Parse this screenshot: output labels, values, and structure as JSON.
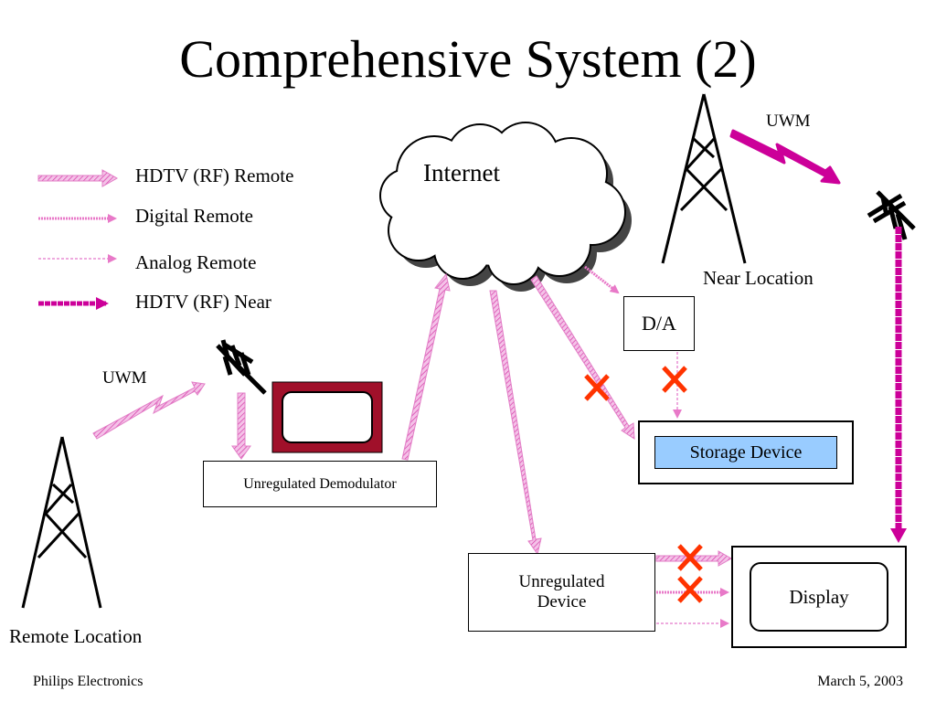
{
  "slide": {
    "title": "Comprehensive System (2)",
    "footer_left": "Philips Electronics",
    "footer_right": "March 5, 2003"
  },
  "legend": [
    {
      "label": "HDTV (RF) Remote",
      "style": "hdtv-rf-remote"
    },
    {
      "label": "Digital Remote",
      "style": "digital-remote"
    },
    {
      "label": "Analog Remote",
      "style": "analog-remote"
    },
    {
      "label": "HDTV (RF) Near",
      "style": "hdtv-rf-near"
    }
  ],
  "nodes": {
    "internet": "Internet",
    "near_location": "Near Location",
    "remote_location": "Remote Location",
    "uwm_near": "UWM",
    "uwm_remote": "UWM",
    "da": "D/A",
    "storage_device": "Storage Device",
    "unregulated_demodulator": "Unregulated Demodulator",
    "unregulated_device_line1": "Unregulated",
    "unregulated_device_line2": "Device",
    "display": "Display"
  },
  "colors": {
    "accent": "#cc0099",
    "arrow_light": "#e879c8",
    "blocked_x": "#ff3300",
    "storage_fill": "#99ccff",
    "tv_frame": "#a0102a"
  }
}
